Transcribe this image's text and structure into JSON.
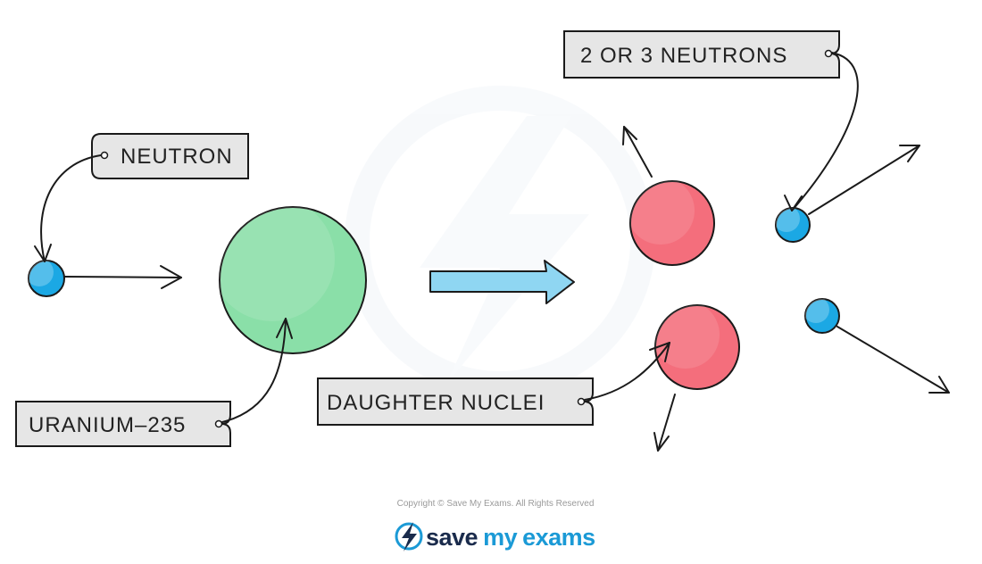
{
  "labels": {
    "neutron": "NEUTRON",
    "uranium": "URANIUM–235",
    "daughter_nuclei": "DAUGHTER  NUCLEI",
    "neutrons_out": "2 OR 3 NEUTRONS"
  },
  "footer": {
    "copyright": "Copyright © Save My Exams. All Rights Reserved",
    "brand_part1": "save",
    "brand_part2": "my",
    "brand_part3": "exams"
  },
  "colors": {
    "neutron": "#1ba8e4",
    "uranium": "#8adfa8",
    "daughter": "#f46e7c",
    "reaction_arrow": "#8fd6f2",
    "tag_fill": "#e6e6e6",
    "brand_dark": "#1a2b4c",
    "brand_blue": "#1b9ad6"
  }
}
